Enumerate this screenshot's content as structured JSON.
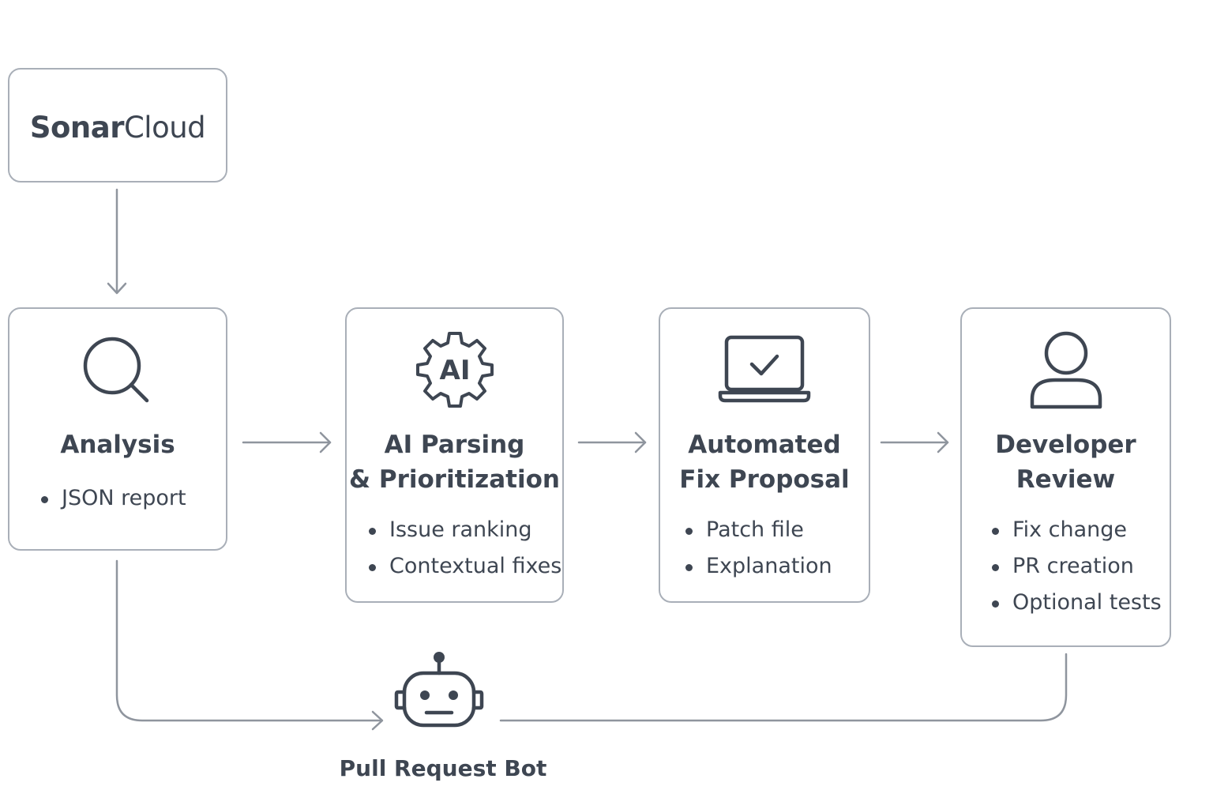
{
  "source": {
    "brand_strong": "Sonar",
    "brand_light": "Cloud"
  },
  "analysis": {
    "icon": "magnifier-icon",
    "title_lines": [
      "Analysis"
    ],
    "bullets": [
      "JSON report"
    ]
  },
  "ai_parsing": {
    "icon": "gear-ai-icon",
    "icon_text": "AI",
    "title_lines": [
      "AI Parsing",
      "& Prioritization"
    ],
    "bullets": [
      "Issue ranking",
      "Contextual fixes"
    ]
  },
  "fix_proposal": {
    "icon": "laptop-check-icon",
    "title_lines": [
      "Automated",
      "Fix Proposal"
    ],
    "bullets": [
      "Patch file",
      "Explanation"
    ]
  },
  "developer_review": {
    "icon": "user-icon",
    "title_lines": [
      "Developer",
      "Review"
    ],
    "bullets": [
      "Fix change",
      "PR creation",
      "Optional tests"
    ]
  },
  "bot": {
    "icon": "robot-icon",
    "label": "Pull Request Bot"
  },
  "colors": {
    "border": "#a9afb8",
    "connector": "#8f959e",
    "text": "#3e4652",
    "icon": "#3e4652"
  }
}
